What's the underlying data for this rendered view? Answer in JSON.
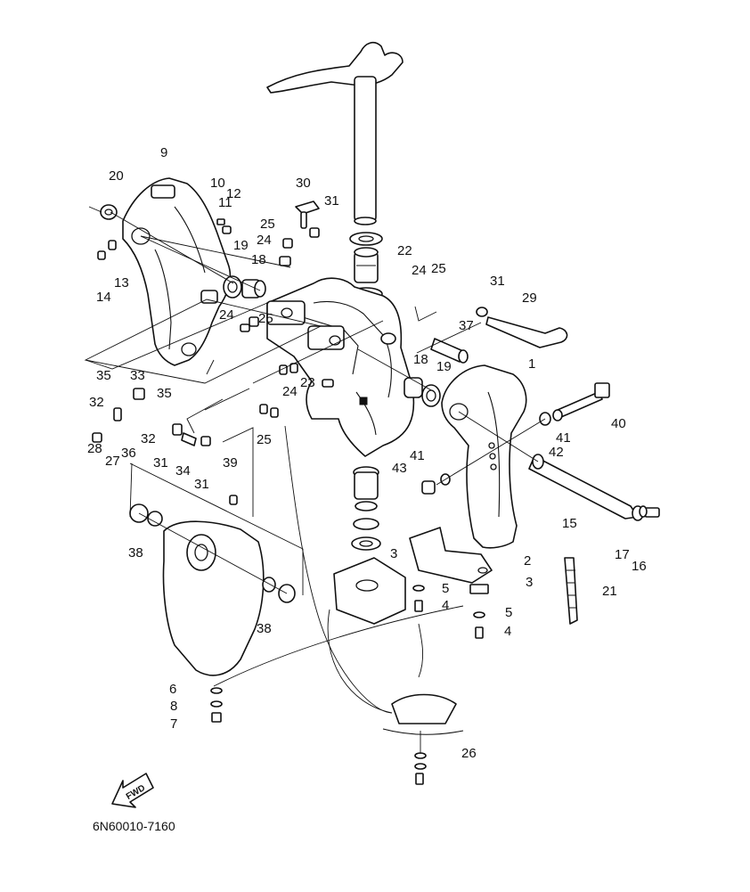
{
  "diagram": {
    "code": "6N60010-7160",
    "fwd_label": "FWD",
    "labels": [
      "1",
      "2",
      "3",
      "3",
      "4",
      "4",
      "5",
      "5",
      "6",
      "7",
      "8",
      "9",
      "10",
      "11",
      "12",
      "13",
      "14",
      "15",
      "16",
      "17",
      "18",
      "18",
      "19",
      "19",
      "20",
      "21",
      "22",
      "23",
      "24",
      "24",
      "24",
      "24",
      "25",
      "25",
      "25",
      "25",
      "26",
      "27",
      "28",
      "29",
      "30",
      "31",
      "31",
      "31",
      "31",
      "32",
      "32",
      "33",
      "34",
      "35",
      "35",
      "36",
      "37",
      "38",
      "38",
      "39",
      "40",
      "41",
      "41",
      "42",
      "43"
    ]
  }
}
